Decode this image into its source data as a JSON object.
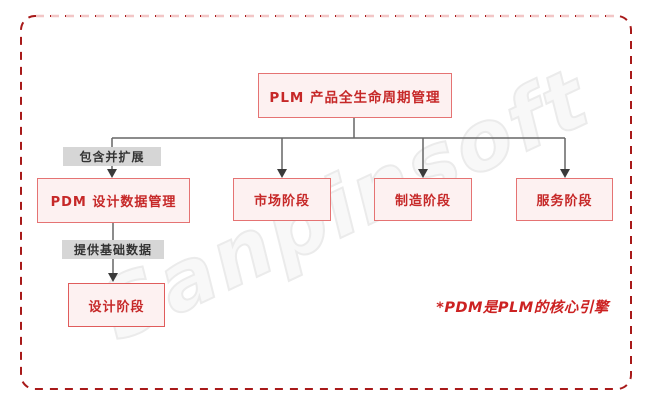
{
  "diagram": {
    "root_node": {
      "label": "PLM 产品全生命周期管理"
    },
    "nodes": {
      "pdm": {
        "label": "PDM 设计数据管理"
      },
      "market": {
        "label": "市场阶段"
      },
      "manufacturing": {
        "label": "制造阶段"
      },
      "service": {
        "label": "服务阶段"
      },
      "design": {
        "label": "设计阶段"
      }
    },
    "edge_labels": {
      "include_extend": "包含并扩展",
      "provide_base_data": "提供基础数据"
    },
    "note": "*PDM是PLM的核心引擎",
    "watermark": "Sanpinsoft",
    "colors": {
      "node_fill": "#fdf1f1",
      "node_border": "#e57373",
      "node_text": "#c62828",
      "edge_label_bg": "#d6d6d6",
      "edge_label_text": "#333333",
      "connector_line": "#666666",
      "arrowhead": "#3a3a3a",
      "frame_border": "#a81a1a",
      "frame_border_top": "#f2c6c6",
      "note_text": "#cc2222",
      "watermark_color": "#ebebeb",
      "background": "#ffffff"
    }
  }
}
